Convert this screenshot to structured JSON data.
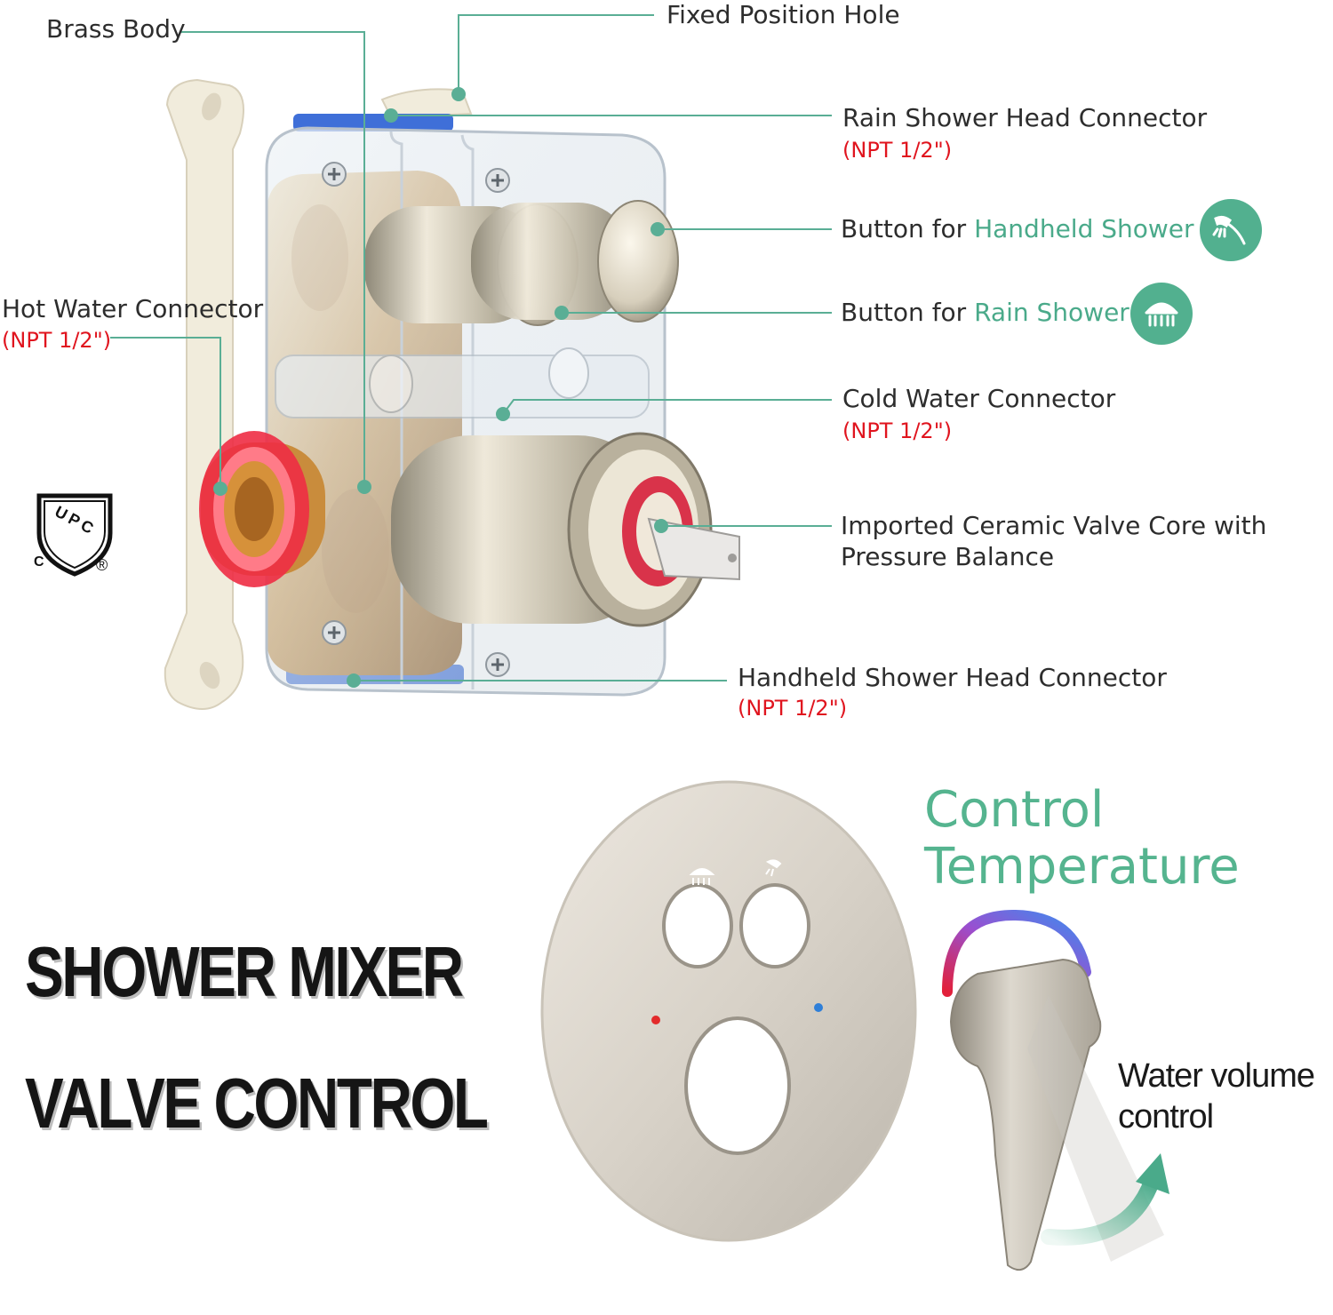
{
  "labels": {
    "brass_body": "Brass Body",
    "fixed_position_hole": "Fixed Position Hole",
    "rain_connector": "Rain Shower Head Connector",
    "rain_connector_npt": "(NPT 1/2\")",
    "handheld_button_prefix": "Button for ",
    "handheld_button_highlight": "Handheld Shower",
    "rain_button_prefix": "Button for ",
    "rain_button_highlight": "Rain Shower",
    "cold_connector": "Cold Water Connector",
    "cold_connector_npt": "(NPT 1/2\")",
    "hot_connector": "Hot Water Connector",
    "hot_connector_npt": "(NPT 1/2\")",
    "valve_core_line1": "Imported Ceramic Valve Core with",
    "valve_core_line2": "Pressure Balance",
    "handheld_connector": "Handheld Shower Head Connector",
    "handheld_connector_npt": "(NPT 1/2\")"
  },
  "headline": {
    "line1": "SHOWER MIXER",
    "line2": "VALVE CONTROL"
  },
  "control_temperature": {
    "line1": "Control",
    "line2": "Temperature"
  },
  "water_volume": {
    "line1": "Water volume",
    "line2": "control"
  },
  "certification": {
    "mark": "UPC",
    "left_letter": "C",
    "registered": "®"
  },
  "icons": {
    "handheld": "handheld-shower-icon",
    "rain": "rain-shower-icon"
  },
  "colors": {
    "accent_green": "#52b08f",
    "npt_red": "#e0141e",
    "leader_line": "#5aae95"
  }
}
